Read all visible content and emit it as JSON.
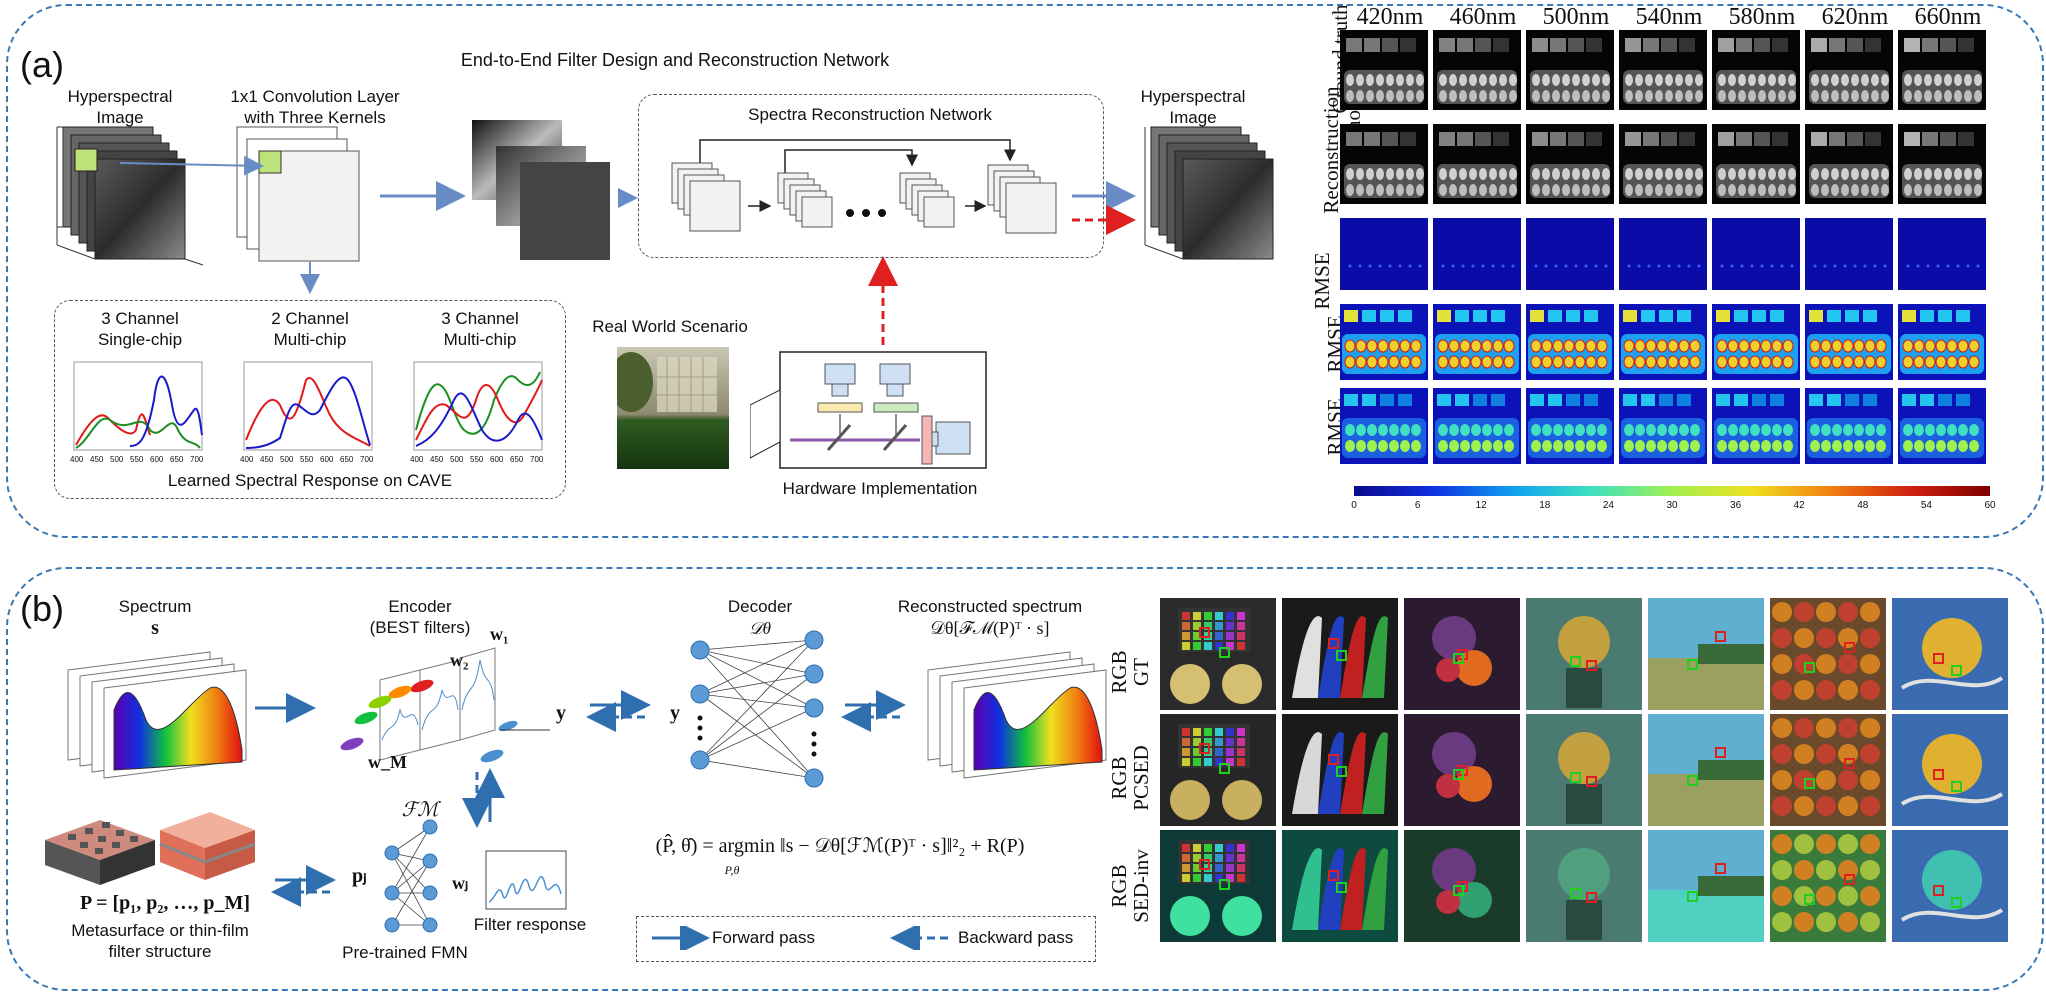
{
  "panel_a": {
    "label": "(a)",
    "title": "End-to-End Filter Design and Reconstruction Network",
    "input_label": "Hyperspectral\nImage",
    "conv_label": "1x1 Convolution Layer\nwith Three Kernels",
    "recon_net_label": "Spectra Reconstruction Network",
    "output_label": "Hyperspectral\nImage",
    "real_world_label": "Real World Scenario",
    "hardware_label": "Hardware Implementation",
    "learned_label": "Learned Spectral Response on CAVE",
    "responses": [
      {
        "title": "3 Channel\nSingle-chip"
      },
      {
        "title": "2 Channel\nMulti-chip"
      },
      {
        "title": "3 Channel\nMulti-chip"
      }
    ],
    "response_ticks": [
      "400",
      "450",
      "500",
      "550",
      "600",
      "650",
      "700"
    ]
  },
  "grid": {
    "wavelengths": [
      "420nm",
      "460nm",
      "500nm",
      "540nm",
      "580nm",
      "620nm",
      "660nm"
    ],
    "row_labels": [
      "Ground truth",
      "Reconstruction\nOur method",
      "RMSE",
      "RMSE",
      "RMSE"
    ],
    "colorbar_ticks": [
      "0",
      "6",
      "12",
      "18",
      "24",
      "30",
      "36",
      "42",
      "48",
      "54",
      "60"
    ]
  },
  "panel_b": {
    "label": "(b)",
    "spectrum_title": "Spectrum",
    "spectrum_symbol": "s",
    "encoder_title": "Encoder\n(BEST filters)",
    "decoder_title": "Decoder",
    "decoder_symbol": "𝒟θ",
    "recon_title": "Reconstructed spectrum",
    "recon_formula": "𝒟θ[ℱℳ(P)ᵀ · s]",
    "fm_symbol": "ℱℳ",
    "pj": "pⱼ",
    "wj": "wⱼ",
    "p_formula": "P = [p₁, p₂, …, p_M]",
    "meta_label": "Metasurface or thin-film\nfilter structure",
    "fmn_label": "Pre-trained FMN",
    "filter_response_label": "Filter response",
    "objective": "(P̂, θ̂) = argmin ‖s − 𝒟θ[ℱℳ(P)ᵀ · s]‖²₂ + R(P)",
    "objective_sub": "P,θ",
    "forward_label": "Forward pass",
    "backward_label": "Backward pass",
    "w1": "w₁",
    "w2": "w₂",
    "wM": "w_M",
    "y": "y"
  },
  "grid_b": {
    "row_labels": [
      "RGB\nGT",
      "RGB\nPCSED",
      "RGB\nSED-inv"
    ]
  },
  "colors": {
    "accent": "#3a78b5",
    "red_dash": "#e02020"
  }
}
